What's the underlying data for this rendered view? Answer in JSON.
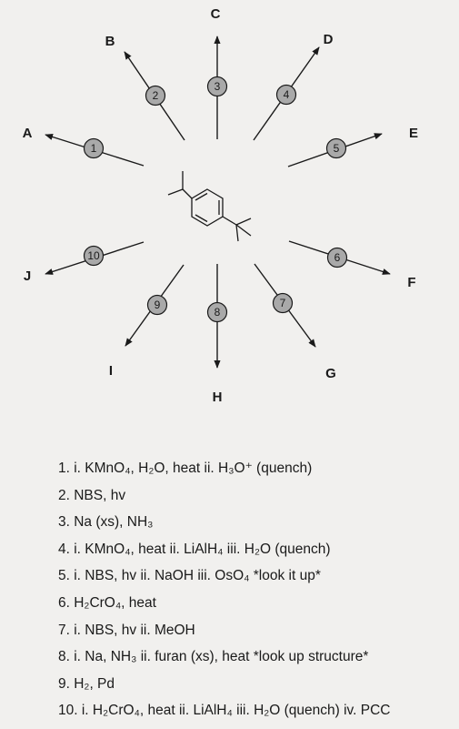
{
  "arrows": [
    {
      "label": "A",
      "step": "1"
    },
    {
      "label": "B",
      "step": "2"
    },
    {
      "label": "C",
      "step": "3"
    },
    {
      "label": "D",
      "step": "4"
    },
    {
      "label": "E",
      "step": "5"
    },
    {
      "label": "F",
      "step": "6"
    },
    {
      "label": "G",
      "step": "7"
    },
    {
      "label": "H",
      "step": "8"
    },
    {
      "label": "I",
      "step": "9"
    },
    {
      "label": "J",
      "step": "10"
    }
  ],
  "conditions": [
    "1. i. KMnO₄, H₂O, heat   ii. H₃O⁺ (quench)",
    "2. NBS, hv",
    "3. Na (xs), NH₃",
    "4. i. KMnO₄, heat   ii. LiAlH₄   iii. H₂O (quench)",
    "5. i. NBS, hv   ii. NaOH   iii. OsO₄ *look it up*",
    "6. H₂CrO₄, heat",
    "7. i. NBS, hv   ii. MeOH",
    "8. i. Na, NH₃   ii. furan (xs), heat *look up structure*",
    "9. H₂, Pd",
    "10. i. H₂CrO₄, heat   ii. LiAlH₄   iii. H₂O (quench)   iv. PCC"
  ],
  "colors": {
    "badge_fill": "#a9a9a9",
    "stroke": "#1a1a1a",
    "background": "#f1f0ee"
  }
}
